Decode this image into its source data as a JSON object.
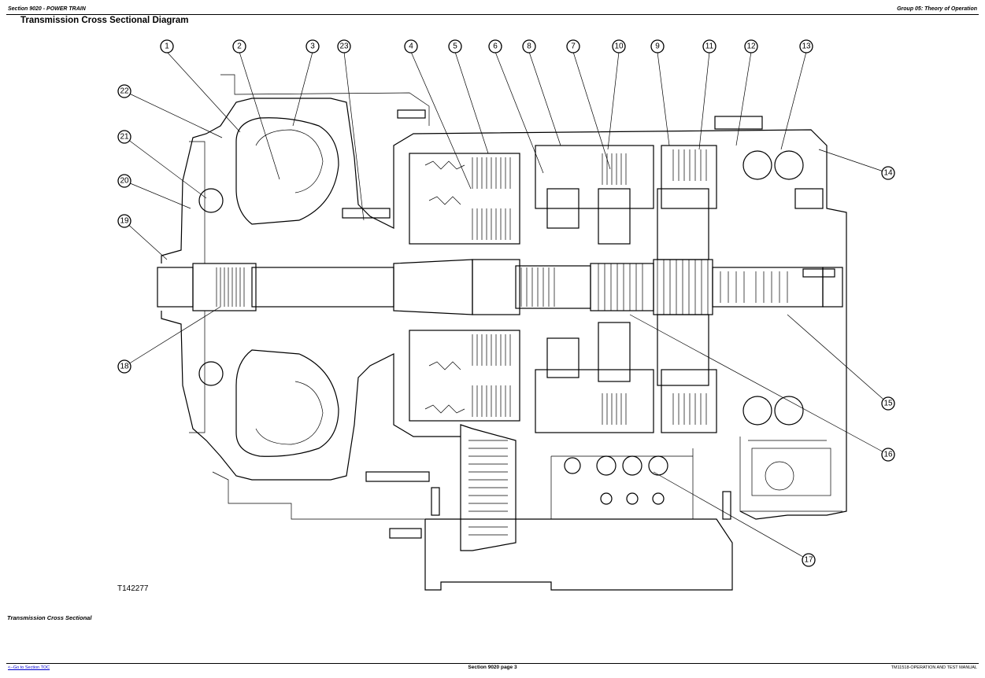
{
  "header": {
    "section": "Section 9020 - POWER TRAIN",
    "group": "Group 05: Theory of Operation"
  },
  "title": "Transmission Cross Sectional Diagram",
  "figure": {
    "id": "T142277",
    "caption": "Transmission Cross Sectional",
    "callouts": [
      "1",
      "2",
      "3",
      "4",
      "5",
      "6",
      "7",
      "8",
      "9",
      "10",
      "11",
      "12",
      "13",
      "14",
      "15",
      "16",
      "17",
      "18",
      "19",
      "20",
      "21",
      "22",
      "23"
    ]
  },
  "footer": {
    "toc_link": "<--Go to Section TOC",
    "page": "Section 9020 page 3",
    "manual": "TM11518-OPERATION AND TEST MANUAL"
  }
}
